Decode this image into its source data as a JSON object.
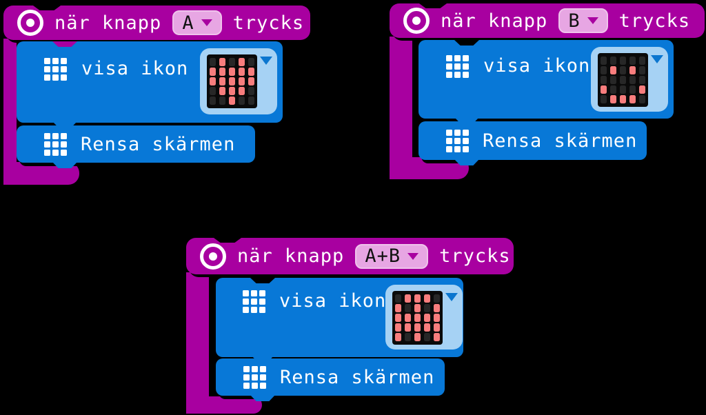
{
  "colors": {
    "background": "#000000",
    "event_block": "#A800A0",
    "basic_block": "#0878D7",
    "dropdown_pill": "#E7A6E3",
    "led_field": "#A6D2F4",
    "led_on": "#F87D7D",
    "led_off": "#272727",
    "text": "#FFFFFF"
  },
  "blocks": [
    {
      "event": {
        "pre": "när knapp",
        "button": "A",
        "post": "trycks"
      },
      "statements": [
        {
          "label": "visa ikon",
          "icon_name": "heart",
          "pattern": [
            [
              0,
              1,
              0,
              1,
              0
            ],
            [
              1,
              1,
              1,
              1,
              1
            ],
            [
              1,
              1,
              1,
              1,
              1
            ],
            [
              0,
              1,
              1,
              1,
              0
            ],
            [
              0,
              0,
              1,
              0,
              0
            ]
          ]
        },
        {
          "label": "Rensa skärmen"
        }
      ]
    },
    {
      "event": {
        "pre": "när knapp",
        "button": "B",
        "post": "trycks"
      },
      "statements": [
        {
          "label": "visa ikon",
          "icon_name": "happy-face",
          "pattern": [
            [
              0,
              0,
              0,
              0,
              0
            ],
            [
              0,
              1,
              0,
              1,
              0
            ],
            [
              0,
              0,
              0,
              0,
              0
            ],
            [
              1,
              0,
              0,
              0,
              1
            ],
            [
              0,
              1,
              1,
              1,
              0
            ]
          ]
        },
        {
          "label": "Rensa skärmen"
        }
      ]
    },
    {
      "event": {
        "pre": "när knapp",
        "button": "A+B",
        "post": "trycks"
      },
      "statements": [
        {
          "label": "visa ikon",
          "icon_name": "ghost",
          "pattern": [
            [
              0,
              1,
              1,
              1,
              0
            ],
            [
              1,
              0,
              1,
              0,
              1
            ],
            [
              1,
              1,
              1,
              1,
              1
            ],
            [
              1,
              1,
              1,
              1,
              1
            ],
            [
              1,
              0,
              1,
              0,
              1
            ]
          ]
        },
        {
          "label": "Rensa skärmen"
        }
      ]
    }
  ]
}
